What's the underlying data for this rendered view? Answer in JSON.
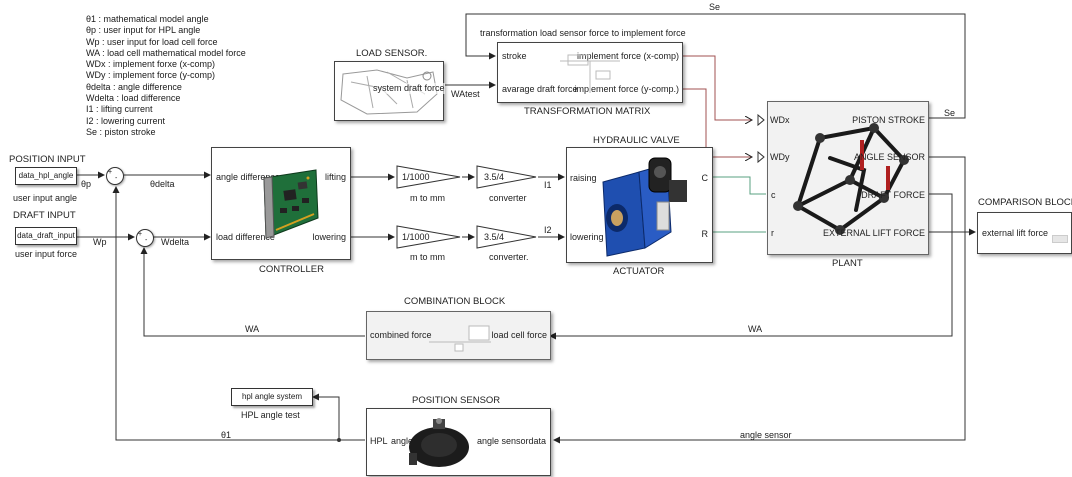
{
  "legend": [
    "θ1 : mathematical model angle",
    "θp : user input for HPL angle",
    "Wp : user input for load cell force",
    "WA : load cell mathematical model force",
    "WDx : implement forxe (x-comp)",
    "WDy : implement force (y-comp)",
    "θdelta : angle difference",
    "Wdelta : load difference",
    "I1 : lifting current",
    "I2 : lowering current",
    "Se : piston stroke"
  ],
  "position_input": {
    "title": "POSITION INPUT",
    "block": "data_hpl_angle",
    "caption": "user input angle",
    "signal": "θp"
  },
  "draft_input": {
    "title": "DRAFT INPUT",
    "block": "data_draft_input",
    "caption": "user input force",
    "signal": "Wp"
  },
  "sum_signs": {
    "top": "+",
    "top_minus": "-",
    "bottom": "+",
    "bottom_minus": "-"
  },
  "signals": {
    "theta_delta": "θdelta",
    "w_delta": "Wdelta",
    "wa_left": "WA",
    "wa_right": "WA",
    "theta1": "θ1",
    "angle_sensor": "angle sensor",
    "watest": "WAtest",
    "se_top": "Se",
    "se_right": "Se",
    "i1": "I1",
    "i2": "I2"
  },
  "controller": {
    "label": "CONTROLLER",
    "in1": "angle difference",
    "in2": "load difference",
    "out1": "lifting",
    "out2": "lowering"
  },
  "gains": [
    {
      "value": "1/1000",
      "caption": "m to mm"
    },
    {
      "value": "3.5/4",
      "caption": "converter"
    },
    {
      "value": "1/1000",
      "caption": "m to  mm"
    },
    {
      "value": "3.5/4",
      "caption": "converter."
    }
  ],
  "valve": {
    "title": "HYDRAULIC VALVE",
    "caption": "ACTUATOR",
    "in1": "raising",
    "in2": "lowering",
    "out1": "C",
    "out2": "R"
  },
  "plant": {
    "caption": "PLANT",
    "in1": "WDx",
    "in2": "WDy",
    "in3": "c",
    "in4": "r",
    "out1": "PISTON STROKE",
    "out2": "ANGLE SENSOR",
    "out3": "DRAFT FORCE",
    "out4": "EXTERNAL LIFT FORCE"
  },
  "load_sensor": {
    "title": "LOAD SENSOR.",
    "port": "system draft force"
  },
  "transformation": {
    "title": "transformation load sensor force to implement force",
    "caption": "TRANSFORMATION MATRIX",
    "in1": "stroke",
    "in2": "avarage draft force",
    "out1": "implement force (x-comp)",
    "out2": "implement force (y-comp.)"
  },
  "comparison": {
    "title": "COMPARISON BLOCK",
    "port": "external lift force"
  },
  "combination": {
    "title": "COMBINATION BLOCK",
    "in": "combined force",
    "out": "load cell force"
  },
  "position_sensor": {
    "title": "POSITION SENSOR",
    "in_a": "HPL",
    "in_b": "angle",
    "out_a": "angle sensor",
    "out_b": "data"
  },
  "hpl_test": {
    "block": "hpl angle system",
    "caption": "HPL angle test"
  }
}
